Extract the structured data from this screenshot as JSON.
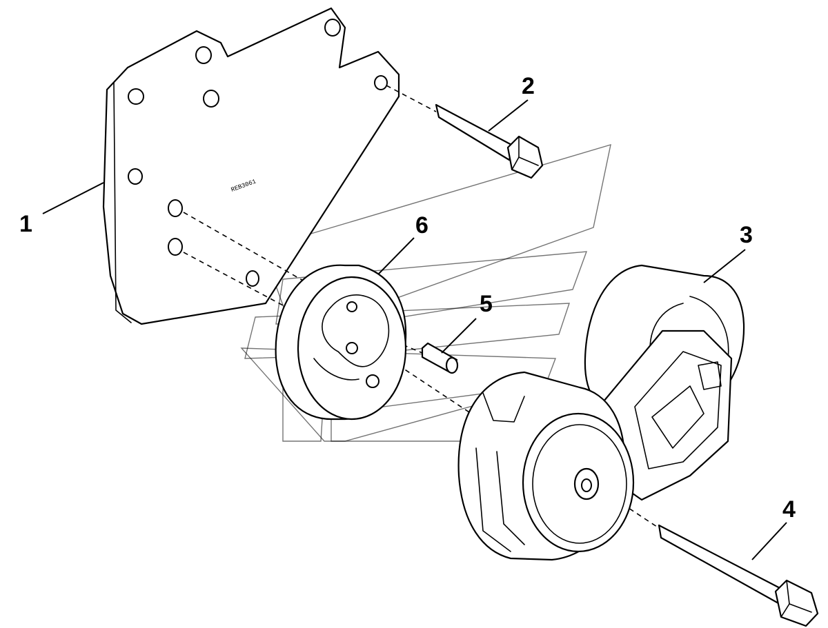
{
  "diagram": {
    "callouts": {
      "c1": "1",
      "c2": "2",
      "c3": "3",
      "c4": "4",
      "c5": "5",
      "c6": "6"
    },
    "plate_marking": "REB3061"
  },
  "colors": {
    "line": "#000000",
    "background": "#ffffff"
  }
}
